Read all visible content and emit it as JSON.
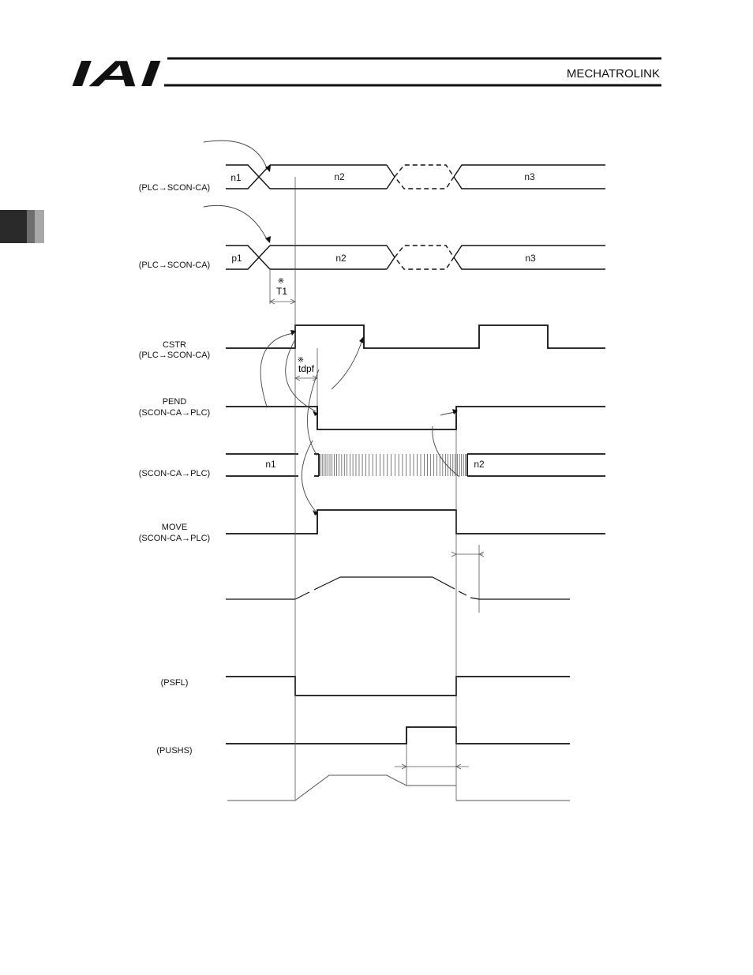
{
  "header": {
    "logo_text": "IAI",
    "section_title": "MECHATROLINK"
  },
  "signals": {
    "s1_dir": "(PLC→SCON-CA)",
    "s2_dir": "(PLC→SCON-CA)",
    "cstr_name": "CSTR",
    "cstr_dir": "(PLC→SCON-CA)",
    "pend_name": "PEND",
    "pend_dir": "(SCON-CA→PLC)",
    "s5_dir": "(SCON-CA→PLC)",
    "move_name": "MOVE",
    "move_dir": "(SCON-CA→PLC)",
    "psfl": "(PSFL)",
    "pushs": "(PUSHS)"
  },
  "bus_values": {
    "row1": [
      "n1",
      "n2",
      "n3"
    ],
    "row2": [
      "p1",
      "n2",
      "n3"
    ],
    "row5": [
      "n1",
      "n2"
    ]
  },
  "timing_notes": {
    "t1_mark": "※",
    "t1_label": "T1",
    "tdpf_mark": "※",
    "tdpf_label": "tdpf"
  },
  "colors": {
    "line": "#111111",
    "thin_line": "#555555",
    "tab_dark": "#2a2a2a",
    "tab_mid": "#6e6e6e",
    "tab_light": "#a8a8a8"
  }
}
